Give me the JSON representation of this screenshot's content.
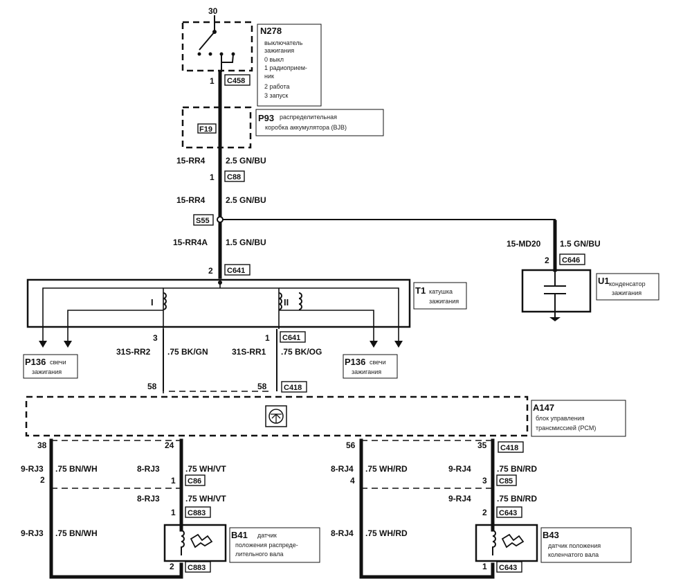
{
  "supply": {
    "terminal": "30"
  },
  "components": {
    "N278": {
      "id": "N278",
      "lines": [
        "выключатель",
        "зажигания",
        "0  выкл",
        "1  радиоприем-",
        "ник",
        "2  работа",
        "3  запуск"
      ]
    },
    "P93": {
      "id": "P93",
      "lines": [
        "распределительная",
        "коробка аккумулятора (BJB)"
      ],
      "fuse": "F19"
    },
    "T1": {
      "id": "T1",
      "lines": [
        "катушка",
        "зажигания"
      ],
      "winding_left": "I",
      "winding_right": "II"
    },
    "U1": {
      "id": "U1",
      "lines": [
        "конденсатор",
        "зажигания"
      ]
    },
    "P136_left": {
      "id": "P136",
      "lines": [
        "свечи",
        "зажигания"
      ]
    },
    "P136_right": {
      "id": "P136",
      "lines": [
        "свечи",
        "зажигания"
      ]
    },
    "A147": {
      "id": "A147",
      "lines": [
        "блок управления",
        "трансмиссией (PCM)"
      ]
    },
    "B41": {
      "id": "B41",
      "lines": [
        "датчик",
        "положения распреде-",
        "лительного вала"
      ]
    },
    "B43": {
      "id": "B43",
      "lines": [
        "датчик положения",
        "коленчатого вала"
      ]
    }
  },
  "connectors": {
    "c458": "C458",
    "c88": "C88",
    "s55": "S55",
    "c641_top": "C641",
    "c646": "C646",
    "c641_right": "C641",
    "c418_top": "C418",
    "c418_bottom": "C418",
    "c86": "C86",
    "c85": "C85",
    "c883_top": "C883",
    "c883_bottom": "C883",
    "c643_top": "C643",
    "c643_bottom": "C643"
  },
  "wires": {
    "w1_code": "15-RR4",
    "w1_spec": "2.5 GN/BU",
    "w2_code": "15-RR4",
    "w2_spec": "2.5 GN/BU",
    "w3_code": "15-RR4A",
    "w3_spec": "1.5 GN/BU",
    "w4_code": "15-MD20",
    "w4_spec": "1.5 GN/BU",
    "w5_code": "31S-RR2",
    "w5_spec": ".75 BK/GN",
    "w6_code": "31S-RR1",
    "w6_spec": ".75 BK/OG",
    "w7_code": "9-RJ3",
    "w7_spec": ".75 BN/WH",
    "w8_code": "8-RJ3",
    "w8_spec": ".75 WH/VT",
    "w9_code": "8-RJ3",
    "w9_spec": ".75 WH/VT",
    "w10_code": "9-RJ3",
    "w10_spec": ".75 BN/WH",
    "w11_code": "8-RJ4",
    "w11_spec": ".75 WH/RD",
    "w12_code": "9-RJ4",
    "w12_spec": ".75 BN/RD",
    "w13_code": "9-RJ4",
    "w13_spec": ".75 BN/RD",
    "w14_code": "8-RJ4",
    "w14_spec": ".75 WH/RD"
  },
  "pins": {
    "p_c458": "1",
    "p_c88": "1",
    "p_c641": "2",
    "p_c646": "2",
    "p_t1_left": "3",
    "p_t1_right": "1",
    "p_pcm_58a": "58",
    "p_pcm_58b": "58",
    "p_pcm_38": "38",
    "p_pcm_24": "24",
    "p_pcm_56": "56",
    "p_pcm_35": "35",
    "p_l2": "2",
    "p_c86": "1",
    "p_c883a": "1",
    "p_c883b": "2",
    "p_l4": "4",
    "p_c85": "3",
    "p_c643a": "2",
    "p_c643b": "1"
  }
}
